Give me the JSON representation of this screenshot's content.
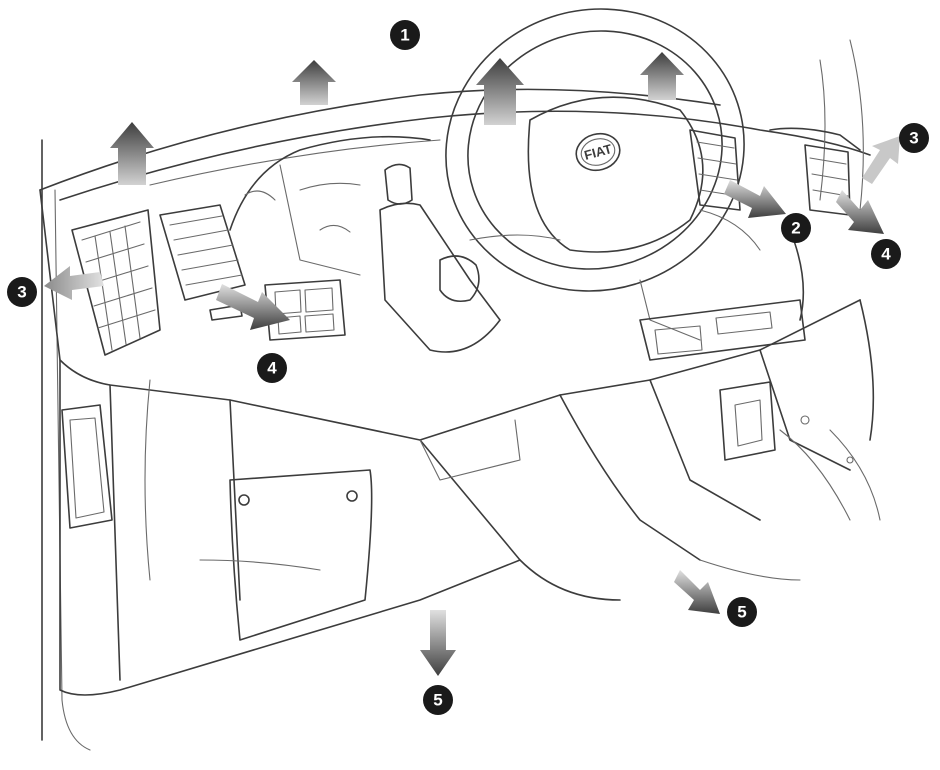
{
  "logo": {
    "text": "FIAT"
  },
  "callouts": [
    {
      "id": "callout-1-steering",
      "number": "1"
    },
    {
      "id": "callout-2-center-vent",
      "number": "2"
    },
    {
      "id": "callout-3-left-side-vent",
      "number": "3"
    },
    {
      "id": "callout-3-right-side-vent",
      "number": "3"
    },
    {
      "id": "callout-4-left-vent",
      "number": "4"
    },
    {
      "id": "callout-4-right-vent",
      "number": "4"
    },
    {
      "id": "callout-5-footwell-left",
      "number": "5"
    },
    {
      "id": "callout-5-footwell-right",
      "number": "5"
    }
  ],
  "colors": {
    "line": "#3c3c3c",
    "badge": "#1a1a1a",
    "arrow_light": "#c8c8c8",
    "arrow_dark": "#4a4a4a"
  }
}
